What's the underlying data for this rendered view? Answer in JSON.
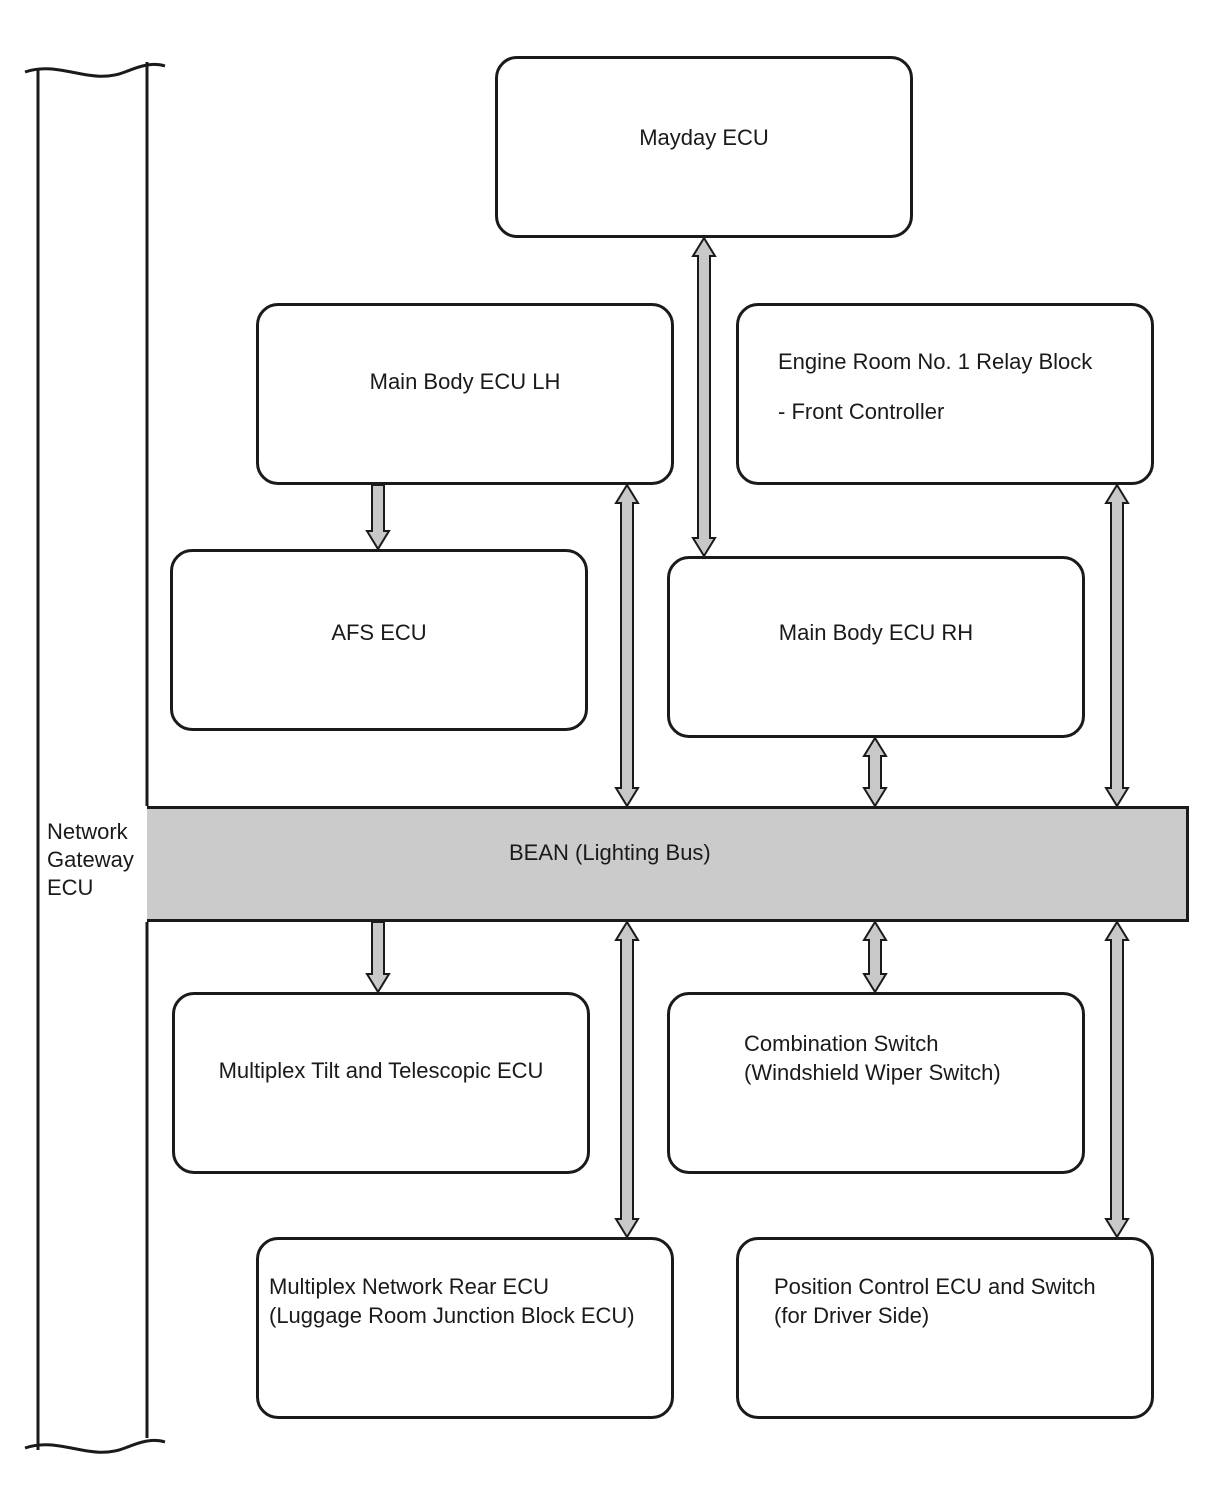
{
  "gateway": {
    "line1": "Network",
    "line2": "Gateway",
    "line3": "ECU"
  },
  "bus": {
    "label": "BEAN (Lighting Bus)",
    "fill": "#cbcbcb"
  },
  "boxes": {
    "mayday": {
      "line1": "Mayday ECU"
    },
    "main_lh": {
      "line1": "Main Body ECU LH"
    },
    "engine_room": {
      "line1": "Engine Room No. 1 Relay Block",
      "line2": "- Front Controller"
    },
    "afs": {
      "line1": "AFS ECU"
    },
    "main_rh": {
      "line1": "Main Body ECU RH"
    },
    "tilt": {
      "line1": "Multiplex Tilt and Telescopic ECU"
    },
    "combination": {
      "line1": "Combination Switch",
      "line2": "(Windshield Wiper Switch)"
    },
    "rear": {
      "line1": "Multiplex Network Rear ECU",
      "line2": "(Luggage Room Junction Block ECU)"
    },
    "position": {
      "line1": "Position Control ECU and Switch",
      "line2": "(for Driver Side)"
    }
  },
  "colors": {
    "arrow_fill": "#c8c8c8",
    "stroke": "#1a1a1a"
  }
}
